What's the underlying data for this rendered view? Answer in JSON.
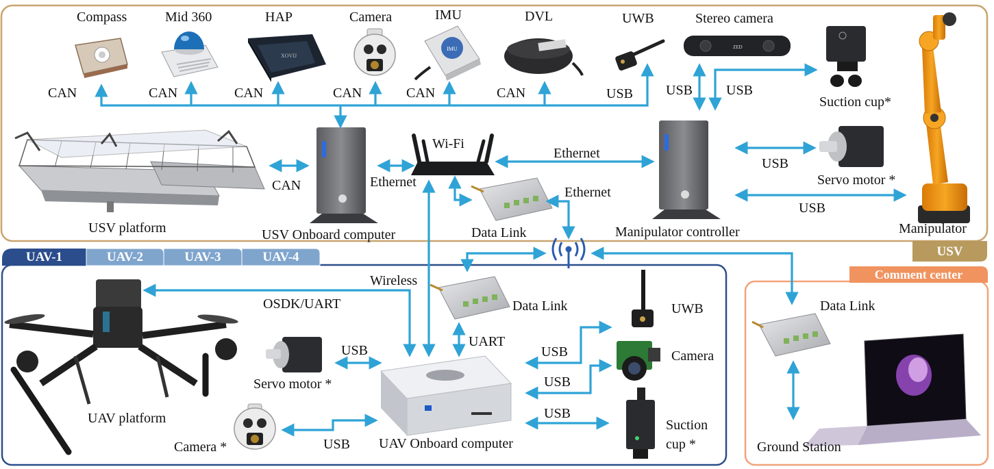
{
  "groups": {
    "usv": "USV",
    "comment_center": "Comment center",
    "uav_tabs": [
      "UAV-1",
      "UAV-2",
      "UAV-3",
      "UAV-4"
    ]
  },
  "usv": {
    "sensors": {
      "compass": "Compass",
      "mid360": "Mid 360",
      "hap": "HAP",
      "camera": "Camera",
      "imu": "IMU",
      "dvl": "DVL",
      "uwb": "UWB",
      "stereo_camera": "Stereo camera"
    },
    "links": {
      "can": "CAN",
      "usb": "USB",
      "ethernet": "Ethernet"
    },
    "components": {
      "platform": "USV platform",
      "onboard_computer": "USV Onboard computer",
      "wifi": "Wi-Fi",
      "data_link": "Data Link",
      "manipulator_controller": "Manipulator controller",
      "suction_cup": "Suction cup*",
      "servo_motor": "Servo motor *",
      "manipulator": "Manipulator"
    }
  },
  "uav": {
    "links": {
      "wireless": "Wireless",
      "osdk_uart": "OSDK/UART",
      "uart": "UART",
      "usb": "USB"
    },
    "components": {
      "platform": "UAV platform",
      "data_link": "Data Link",
      "servo_motor": "Servo motor *",
      "onboard_computer": "UAV Onboard computer",
      "camera_gimbal": "Camera *",
      "uwb": "UWB",
      "camera": "Camera",
      "suction_cup_line1": "Suction",
      "suction_cup_line2": "cup *"
    }
  },
  "ground": {
    "data_link": "Data Link",
    "ground_station": "Ground Station"
  },
  "colors": {
    "link": "#2fa3d6",
    "usv_border": "#c8a46e",
    "usv_tag": "#b89a5e",
    "uav_border": "#2b4d8c",
    "uav_tab_active": "#2b4d8c",
    "uav_tab_inactive": "#7fa5cd",
    "comment_border": "#f2a27a",
    "comment_tag": "#f0935f"
  }
}
